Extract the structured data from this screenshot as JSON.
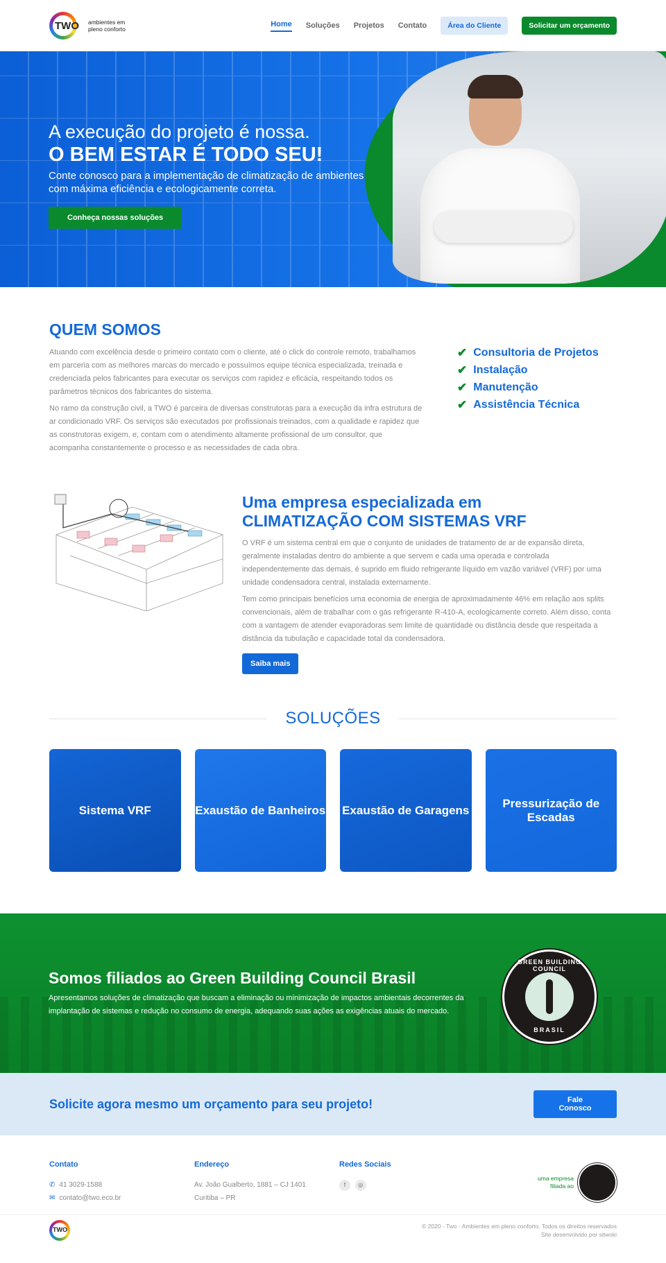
{
  "brand": {
    "name": "TWO",
    "tagline": "ambientes em pleno conforto"
  },
  "nav": {
    "items": [
      "Home",
      "Soluções",
      "Projetos",
      "Contato"
    ],
    "area_cliente": "Área do Cliente",
    "orcamento": "Solicitar um orçamento"
  },
  "hero": {
    "line1": "A execução do projeto é nossa.",
    "line2": "O BEM ESTAR É TODO SEU!",
    "subtitle": "Conte conosco para a implementação de climatização de ambientes com máxima eficiência e ecologicamente correta.",
    "cta": "Conheça nossas soluções"
  },
  "about": {
    "title": "QUEM SOMOS",
    "p1": "Atuando com excelência desde o primeiro contato com o cliente, até o click do controle remoto, trabalhamos em parceria com as melhores marcas do mercado e possuímos equipe técnica especializada, treinada e credenciada pelos fabricantes para executar os serviços com rapidez e eficácia, respeitando todos os parâmetros técnicos dos fabricantes do sistema.",
    "p2": "No ramo da construção civil, a TWO é parceira de diversas construtoras para a execução da infra estrutura de ar condicionado VRF. Os serviços são executados por profissionais treinados, com a qualidade e rapidez que as construtoras exigem, e, contam com o atendimento altamente profissional de um consultor, que acompanha constantemente o processo e as necessidades de cada obra.",
    "services": [
      "Consultoria de Projetos",
      "Instalação",
      "Manutenção",
      "Assistência Técnica"
    ]
  },
  "vrf": {
    "title_line1": "Uma empresa especializada em",
    "title_line2": "CLIMATIZAÇÃO COM SISTEMAS VRF",
    "p1": "O VRF é um sistema central em que o conjunto de unidades de tratamento de ar de expansão direta, geralmente instaladas dentro do ambiente a que servem e cada uma operada e controlada independentemente das demais, é suprido em fluido refrigerante líquido em vazão variável (VRF) por uma unidade condensadora central, instalada externamente.",
    "p2": "Tem como principais benefícios uma economia de energia de aproximadamente 46% em relação aos splits convencionais, além de trabalhar com o gás refrigerante R-410-A, ecologicamente correto. Além disso, conta com a vantagem de atender evaporadoras sem limite de quantidade ou distância desde que respeitada a distância da tubulação e capacidade total da condensadora.",
    "button": "Saiba mais"
  },
  "solucoes": {
    "title": "SOLUÇÕES",
    "cards": [
      {
        "label": "Sistema VRF"
      },
      {
        "label": "Exaustão de Banheiros"
      },
      {
        "label": "Exaustão de Garagens"
      },
      {
        "label": "Pressurização de Escadas"
      }
    ]
  },
  "gbc": {
    "title": "Somos filiados ao Green Building Council Brasil",
    "text": "Apresentamos soluções de climatização que buscam a eliminação ou minimização de impactos ambientais decorrentes da implantação de sistemas e redução no consumo de energia, adequando suas ações as exigências atuais do mercado.",
    "seal_top": "GREEN BUILDING COUNCIL",
    "seal_bottom": "BRASIL"
  },
  "cta": {
    "text": "Solicite agora mesmo um orçamento para seu projeto!",
    "button": "Fale Conosco"
  },
  "footer": {
    "contato_title": "Contato",
    "phone": "41 3029-1588",
    "email": "contato@two.eco.br",
    "endereco_title": "Endereço",
    "address1": "Av. João Gualberto, 1881 – CJ 1401",
    "address2": "Curitiba – PR",
    "redes_title": "Redes Sociais",
    "social": [
      "f",
      "◎"
    ],
    "member_text1": "uma empresa",
    "member_text2": "filiada ao",
    "copyright": "© 2020 - Two - Ambientes em pleno conforto. Todos os direitos reservados",
    "dev": "Site desenvolvido por sitwoki"
  }
}
